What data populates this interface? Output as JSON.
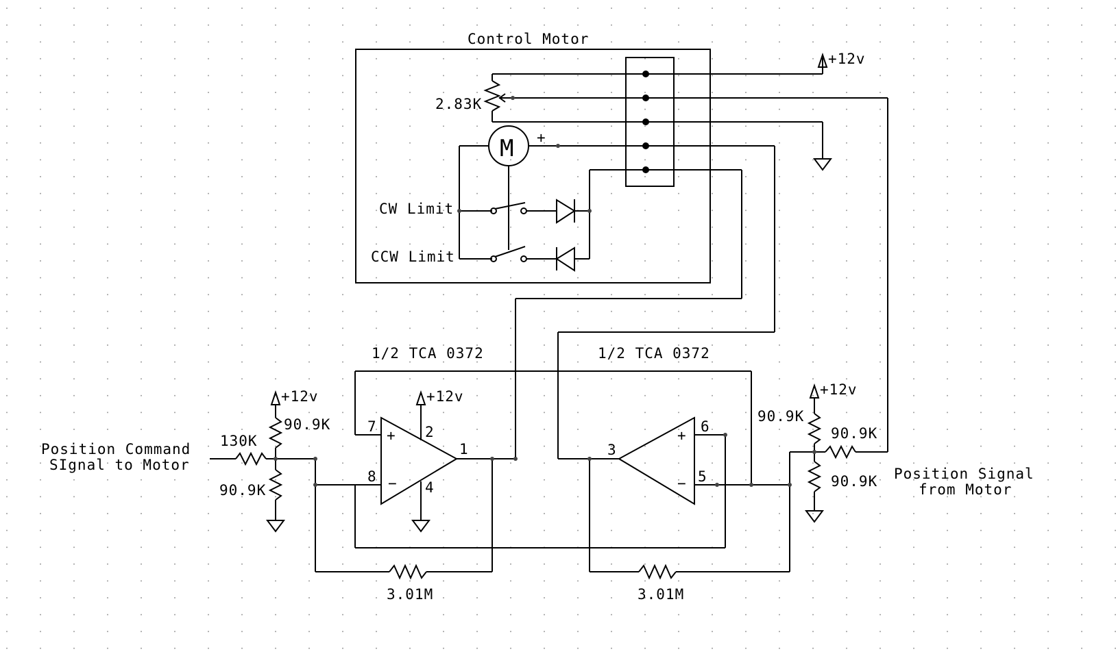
{
  "labels": {
    "control_motor": "Control Motor",
    "supply_top": "+12v",
    "pot_motor": "2.83K",
    "cw_limit": "CW Limit",
    "ccw_limit": "CCW Limit",
    "opamp_left": "1/2 TCA 0372",
    "opamp_right": "1/2 TCA 0372",
    "supply_left": "+12v",
    "supply_opamp": "+12v",
    "supply_right": "+12v",
    "r_90_9k_top_left": "90.9K",
    "r_130k": "130K",
    "r_90_9k_bottom_left": "90.9K",
    "r_90_9k_top_right": "90.9K",
    "r_90_9k_series_right": "90.9K",
    "r_90_9k_bottom_right": "90.9K",
    "r_feedback_left": "3.01M",
    "r_feedback_right": "3.01M",
    "input_line1": "Position Command",
    "input_line2": "SIgnal to Motor",
    "output_line1": "Position Signal",
    "output_line2": "from Motor",
    "pin_7": "7",
    "pin_8": "8",
    "pin_2": "2",
    "pin_4": "4",
    "pin_1": "1",
    "pin_6": "6",
    "pin_5": "5",
    "pin_3": "3",
    "plus_sign": "+",
    "minus_sign": "−",
    "motor_symbol": "M"
  }
}
